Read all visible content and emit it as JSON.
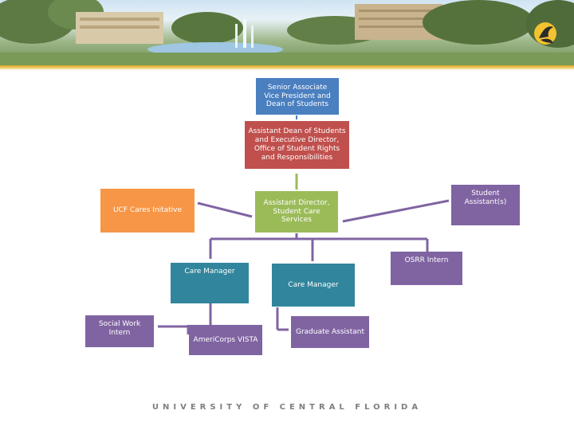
{
  "org_chart": {
    "senior_vp": "Senior Associate Vice President and Dean of Students",
    "assistant_dean": "Assistant Dean of Students and Executive Director, Office of Student Rights and Responsibilities",
    "ucf_cares": "UCF Cares Initative",
    "assistant_director": "Assistant Director, Student Care Services",
    "student_assistants": "Student Assistant(s)",
    "osrr_intern": "OSRR Intern",
    "care_manager_1": "Care Manager",
    "care_manager_2": "Care Manager",
    "social_work_intern": "Social Work Intern",
    "americorps_vista": "AmeriCorps VISTA",
    "graduate_assistant": "Graduate Assistant"
  },
  "footer": {
    "text": "UNIVERSITY OF CENTRAL FLORIDA"
  },
  "colors": {
    "blue": "#4a7fc0",
    "red": "#c0504d",
    "orange": "#f79646",
    "green": "#9bbb59",
    "purple": "#8064a2",
    "teal": "#31859c",
    "gold": "#d9a520"
  }
}
